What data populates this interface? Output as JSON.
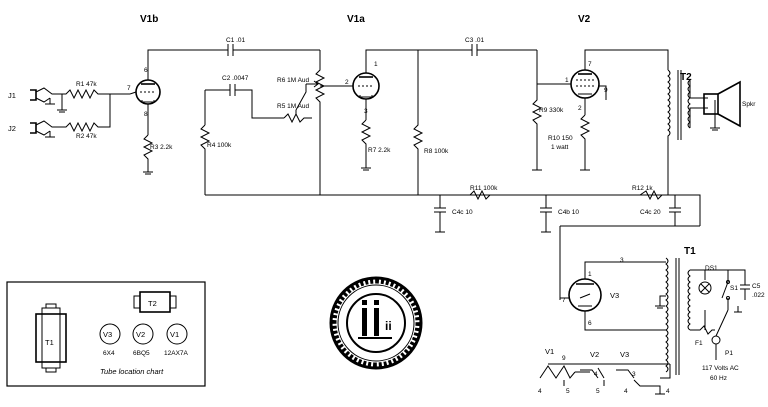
{
  "tubes": {
    "v1b": "V1b",
    "v1a": "V1a",
    "v2": "V2",
    "v3": "V3"
  },
  "transformers": {
    "output": "T2",
    "power": "T1"
  },
  "jacks": {
    "j1": "J1",
    "j2": "J2",
    "spkr": "Spkr"
  },
  "resistors": {
    "r1": "R1 47k",
    "r2": "R2 47k",
    "r3": "R3 2.2k",
    "r4": "R4 100k",
    "r5": "R5 1M Aud",
    "r6": "R6 1M Aud",
    "r7": "R7 2.2k",
    "r8": "R8 100k",
    "r9": "R9 330k",
    "r10": "R10 150",
    "r10_rating": "1 watt",
    "r11": "R11 100k",
    "r12": "R12 1k"
  },
  "capacitors": {
    "c1": "C1 .01",
    "c2": "C2 .0047",
    "c3": "C3 .01",
    "c4a": "C4c 10",
    "c4b": "C4b 10",
    "c4c": "C4c 20",
    "c5": "C5",
    "c5_value": ".022"
  },
  "power": {
    "ds1": "DS1",
    "s1": "S1",
    "f1": "F1",
    "p1": "P1",
    "mains1": "117 Volts AC",
    "mains2": "60 Hz"
  },
  "pins": {
    "v1b_p": "6",
    "v1b_g": "7",
    "v1b_k": "8",
    "v1a_p": "1",
    "v1a_g": "2",
    "v1a_k": "3",
    "v2_p": "7",
    "v2_g": "1",
    "v2_s": "9",
    "v2_k": "2",
    "v3_p1": "1",
    "v3_p2": "7",
    "v3_k": "6",
    "v3_pin": "3",
    "fil_9": "9",
    "fil_4a": "4",
    "fil_5a": "5",
    "fil_4b": "4",
    "fil_5b": "5",
    "fil_4c": "4",
    "fil_3": "3",
    "fil_4d": "4"
  },
  "filaments": {
    "v1": "V1",
    "v2": "V2",
    "v3": "V3"
  },
  "chart": {
    "title": "Tube location chart",
    "t1": "T1",
    "t2": "T2",
    "v3": "V3",
    "v2": "V2",
    "v1": "V1",
    "v3_type": "6X4",
    "v2_type": "6BQ5",
    "v1_type": "12AX7A"
  },
  "stamp": {
    "letters": "ii"
  }
}
